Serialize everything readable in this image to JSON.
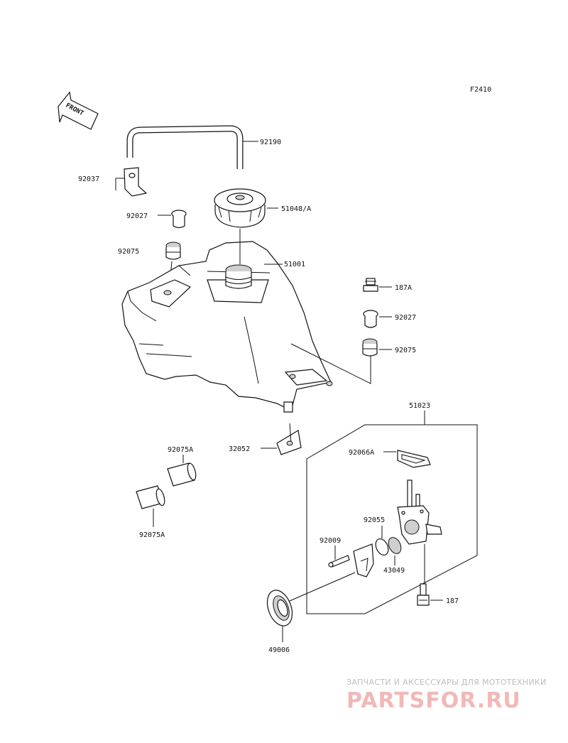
{
  "figure_code": "F2410",
  "front_label": "FRONT",
  "parts": {
    "p92190": "92190",
    "p92037": "92037",
    "p51048": "51048/A",
    "p92027_left": "92027",
    "p92075_left": "92075",
    "p51001": "51001",
    "p187A": "187A",
    "p92027_right": "92027",
    "p92075_right": "92075",
    "p51023": "51023",
    "p32052": "32052",
    "p92075A_top": "92075A",
    "p92075A_bottom": "92075A",
    "p92066A": "92066A",
    "p92055": "92055",
    "p92009": "92009",
    "p43049": "43049",
    "p187": "187",
    "p49006": "49006"
  },
  "watermark": {
    "tagline": "ЗАПЧАСТИ И АКСЕССУАРЫ ДЛЯ МОТОТЕХНИКИ",
    "logo": "PARTSFOR.RU"
  }
}
